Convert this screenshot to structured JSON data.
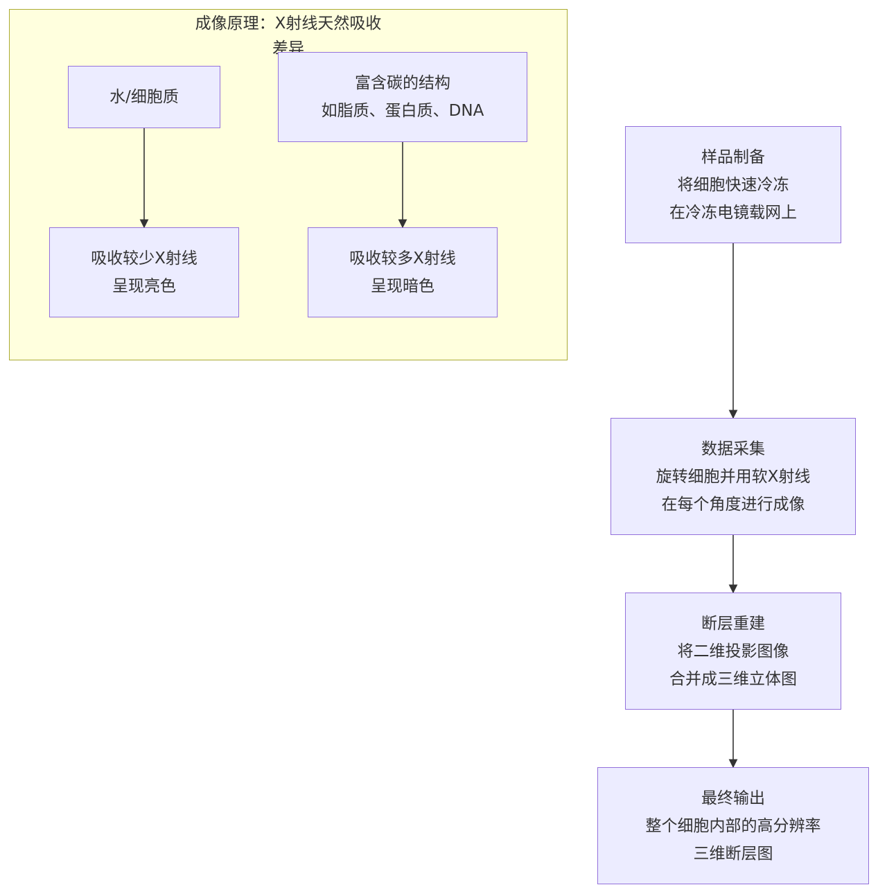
{
  "colors": {
    "node_fill": "#ececff",
    "node_stroke": "#9370db",
    "cluster_fill": "#ffffde",
    "cluster_stroke": "#aaaa33",
    "edge": "#333333",
    "text": "#333333"
  },
  "cluster": {
    "title": "成像原理：X射线天然吸收\n差异"
  },
  "nodes": {
    "water": {
      "label": "水/细胞质"
    },
    "carbon": {
      "label": "富含碳的结构\n如脂质、蛋白质、DNA"
    },
    "bright": {
      "label": "吸收较少X射线\n呈现亮色"
    },
    "dark": {
      "label": "吸收较多X射线\n呈现暗色"
    },
    "prep": {
      "label": "样品制备\n将细胞快速冷冻\n在冷冻电镜载网上"
    },
    "acquire": {
      "label": "数据采集\n旋转细胞并用软X射线\n在每个角度进行成像"
    },
    "recon": {
      "label": "断层重建\n将二维投影图像\n合并成三维立体图"
    },
    "output": {
      "label": "最终输出\n整个细胞内部的高分辨率\n三维断层图"
    }
  },
  "edges": [
    {
      "from": "water",
      "to": "bright"
    },
    {
      "from": "carbon",
      "to": "dark"
    },
    {
      "from": "prep",
      "to": "acquire"
    },
    {
      "from": "acquire",
      "to": "recon"
    },
    {
      "from": "recon",
      "to": "output"
    }
  ]
}
